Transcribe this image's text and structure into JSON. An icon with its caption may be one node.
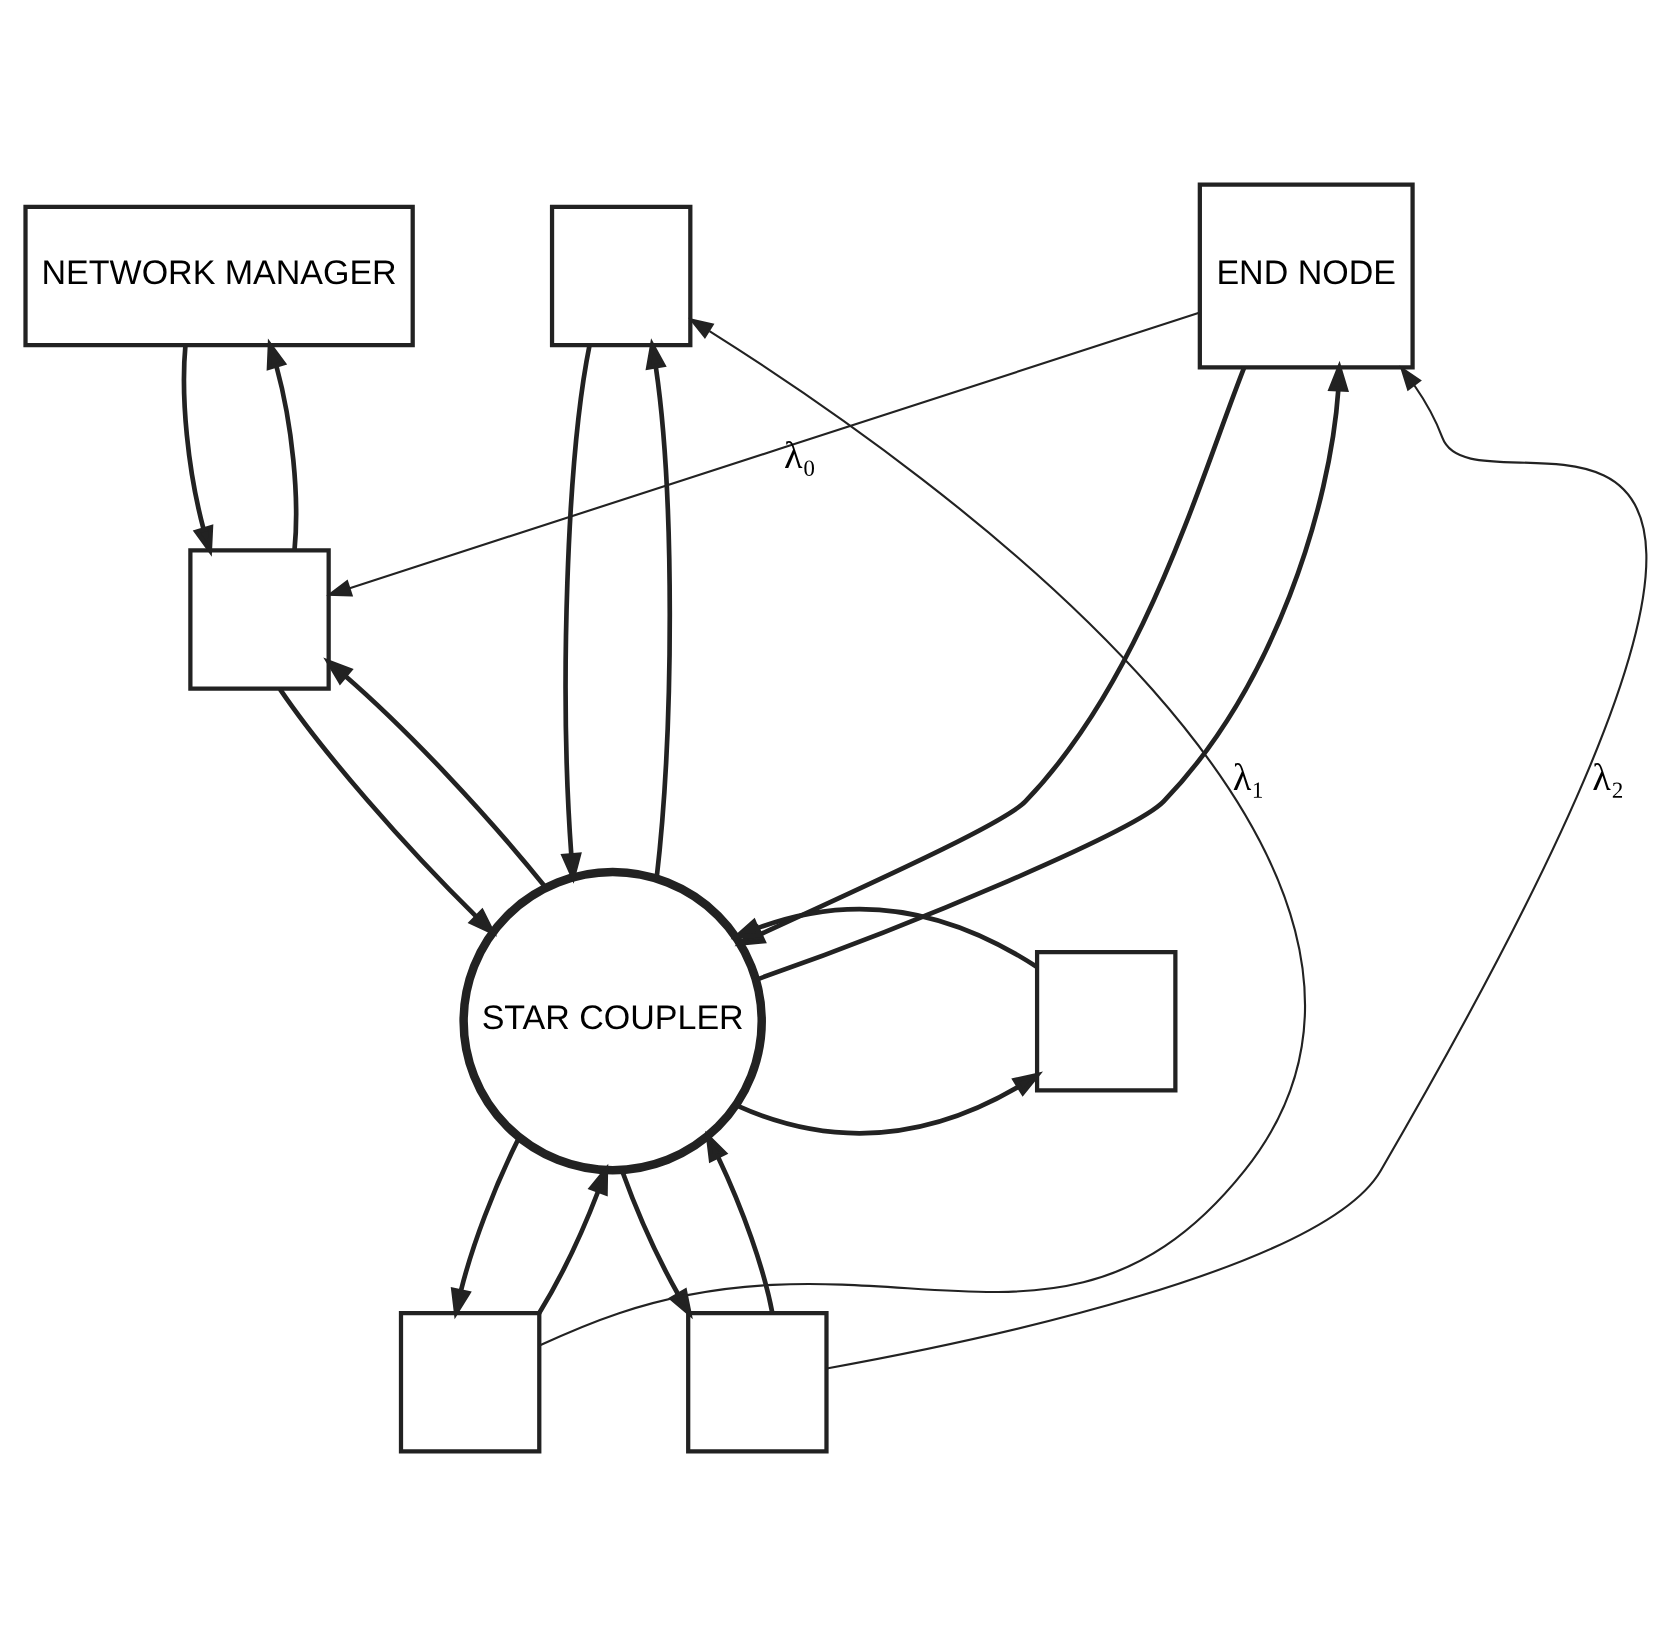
{
  "diagram": {
    "nodes": [
      {
        "text": [
          "NETWORK MANAGER"
        ]
      },
      {
        "text": [
          "END NODE"
        ]
      },
      {
        "text": [],
        "shape": "box"
      },
      {
        "text": [
          "STAR COUPLER"
        ]
      },
      {
        "text": [],
        "shape": "box"
      },
      {
        "text": [],
        "shape": "box"
      },
      {
        "text": [],
        "shape": "box"
      },
      {
        "text": [],
        "shape": "box"
      }
    ],
    "edges": [
      {
        "from": 0,
        "to": 2,
        "arrow": "to"
      },
      {
        "from": 2,
        "to": 0,
        "arrow": "to"
      },
      {
        "from": 1,
        "to": 3,
        "arrow": "to"
      },
      {
        "from": 3,
        "to": 1,
        "arrow": "to"
      },
      {
        "from": 2,
        "to": 3,
        "arrow": "to"
      },
      {
        "from": 3,
        "to": 2,
        "arrow": "to"
      },
      {
        "from": 3,
        "to": 4,
        "arrow": "to"
      },
      {
        "from": 4,
        "to": 3,
        "arrow": "to"
      },
      {
        "from": 3,
        "to": 5,
        "arrow": "to"
      },
      {
        "from": 5,
        "to": 3,
        "arrow": "to"
      },
      {
        "from": 6,
        "to": 3,
        "arrow": "to"
      },
      {
        "from": 3,
        "to": 6,
        "arrow": "to"
      },
      {
        "from": 7,
        "to": 3,
        "arrow": "to"
      },
      {
        "from": 3,
        "to": 7,
        "arrow": "to"
      },
      {
        "from": 1,
        "to": 2,
        "arrow": "to",
        "label": "λ₀"
      },
      {
        "from": 6,
        "to": 4,
        "arrow": "to",
        "label": "λ₁"
      },
      {
        "from": 7,
        "to": 1,
        "arrow": "to",
        "label": "λ₂"
      }
    ]
  }
}
